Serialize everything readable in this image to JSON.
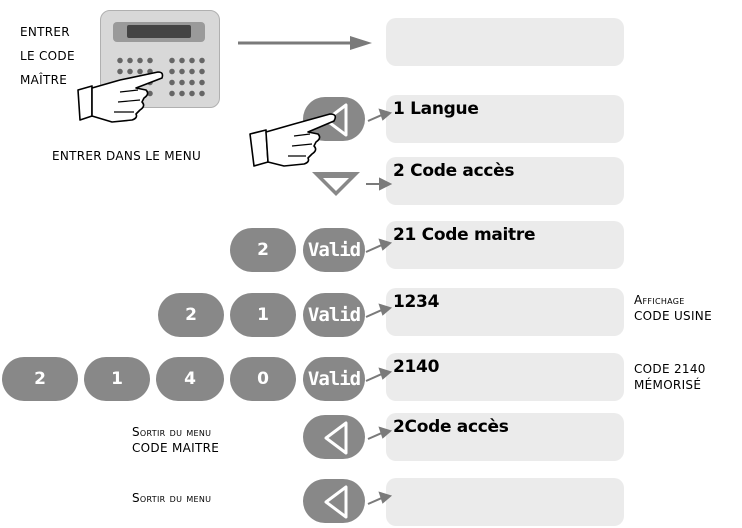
{
  "labels": {
    "enter_code_1": "ENTRER",
    "enter_code_2": "LE CODE",
    "enter_code_3": "MAÎTRE",
    "enter_menu": "ENTRER DANS LE MENU",
    "affichage_1": "Affichage",
    "affichage_2": "code usine",
    "code_memo_1": "code  2140",
    "code_memo_2": "mémorisé",
    "sortir_code_1": "Sortir du menu",
    "sortir_code_2": "code maitre",
    "sortir_menu": "Sortir du menu"
  },
  "screens": [
    {
      "text": ""
    },
    {
      "text": "1 Langue"
    },
    {
      "text": "2 Code accès"
    },
    {
      "text": "21 Code maitre"
    },
    {
      "text": "1234"
    },
    {
      "text": "2140"
    },
    {
      "text": "2Code accès"
    },
    {
      "text": ""
    }
  ],
  "keys": {
    "valid": "Valid",
    "row4": [
      "2"
    ],
    "row5": [
      "2",
      "1"
    ],
    "row6": [
      "2",
      "1",
      "4",
      "0"
    ]
  },
  "icons": [
    "keypad-icon",
    "pointing-hand-icon",
    "back-arrow-icon",
    "down-arrow-icon"
  ],
  "colors": {
    "key": "#888888",
    "screen": "#ebebeb",
    "arrow": "#808080"
  }
}
